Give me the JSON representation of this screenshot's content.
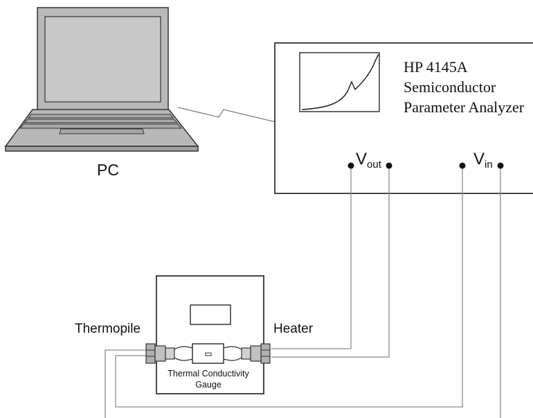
{
  "pc": {
    "label": "PC",
    "icon": "laptop-icon"
  },
  "analyzer": {
    "name_line1": "HP 4145A",
    "name_line2": "Semiconductor",
    "name_line3": "Parameter Analyzer",
    "icon": "iv-curve-screen-icon"
  },
  "terminals": {
    "vout_main": "V",
    "vout_sub": "out",
    "vin_main": "V",
    "vin_sub": "in"
  },
  "gauge": {
    "label_line1": "Thermal Conductivity",
    "label_line2": "Gauge",
    "left_label": "Thermopile",
    "right_label": "Heater"
  },
  "colors": {
    "line": "#333333",
    "wire": "#8a8a8a",
    "laptop_fill": "#b8b8b8",
    "screen_fill": "#c8c8c8"
  }
}
